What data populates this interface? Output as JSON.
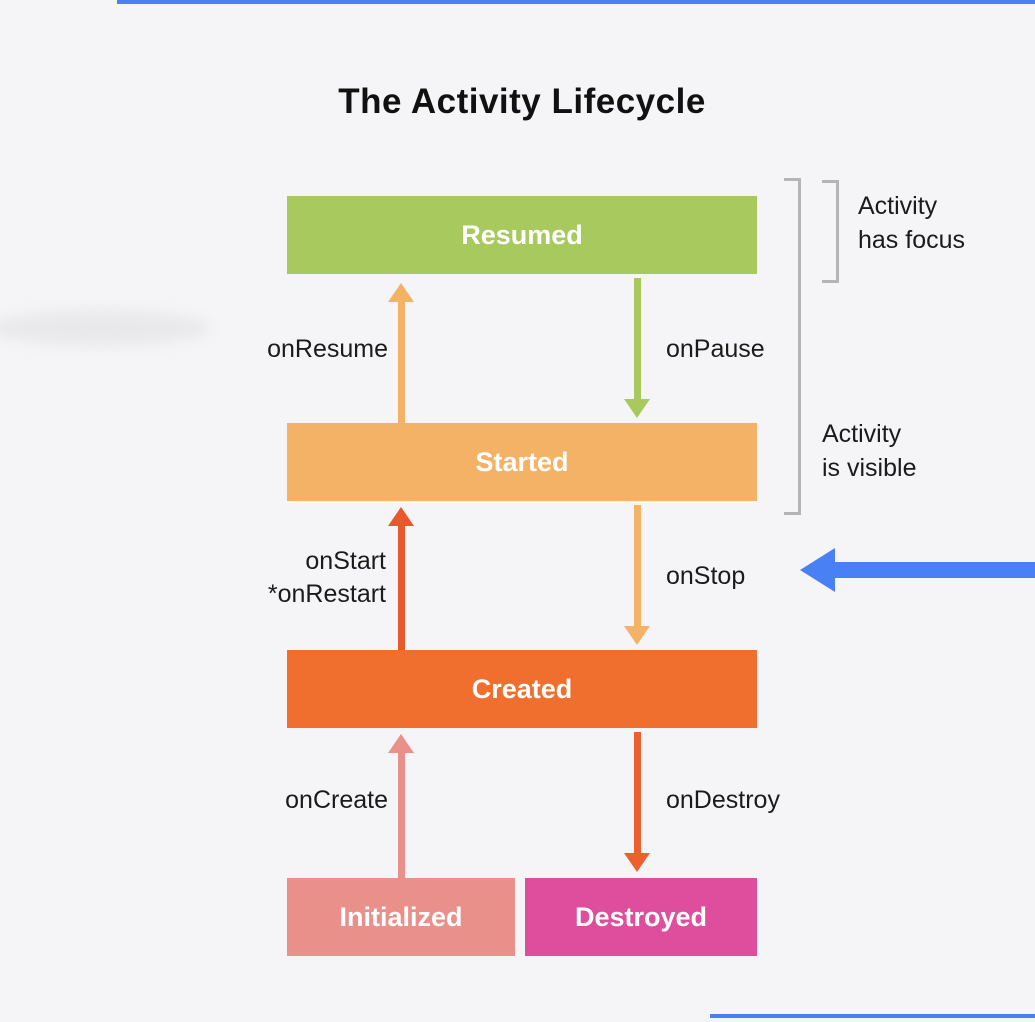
{
  "title": "The Activity Lifecycle",
  "states": {
    "resumed": {
      "label": "Resumed",
      "color": "#a7c95e"
    },
    "started": {
      "label": "Started",
      "color": "#f4b267"
    },
    "created": {
      "label": "Created",
      "color": "#f16f2e"
    },
    "initialized": {
      "label": "Initialized",
      "color": "#e9908b"
    },
    "destroyed": {
      "label": "Destroyed",
      "color": "#df4e9d"
    }
  },
  "transitions": {
    "onResume": {
      "label": "onResume",
      "color": "#f4b267"
    },
    "onPause": {
      "label": "onPause",
      "color": "#a7c95e"
    },
    "onStart": {
      "label": "onStart",
      "label2": "*onRestart",
      "color": "#e7582e"
    },
    "onStop": {
      "label": "onStop",
      "color": "#f4b267"
    },
    "onCreate": {
      "label": "onCreate",
      "color": "#e9908b"
    },
    "onDestroy": {
      "label": "onDestroy",
      "color": "#ed5f2c"
    }
  },
  "annotations": {
    "focus": {
      "line1": "Activity",
      "line2": "has focus"
    },
    "visible": {
      "line1": "Activity",
      "line2": "is visible"
    }
  },
  "pointer": {
    "color": "#4a80f6"
  },
  "frame": {
    "color": "#4a80f6"
  }
}
